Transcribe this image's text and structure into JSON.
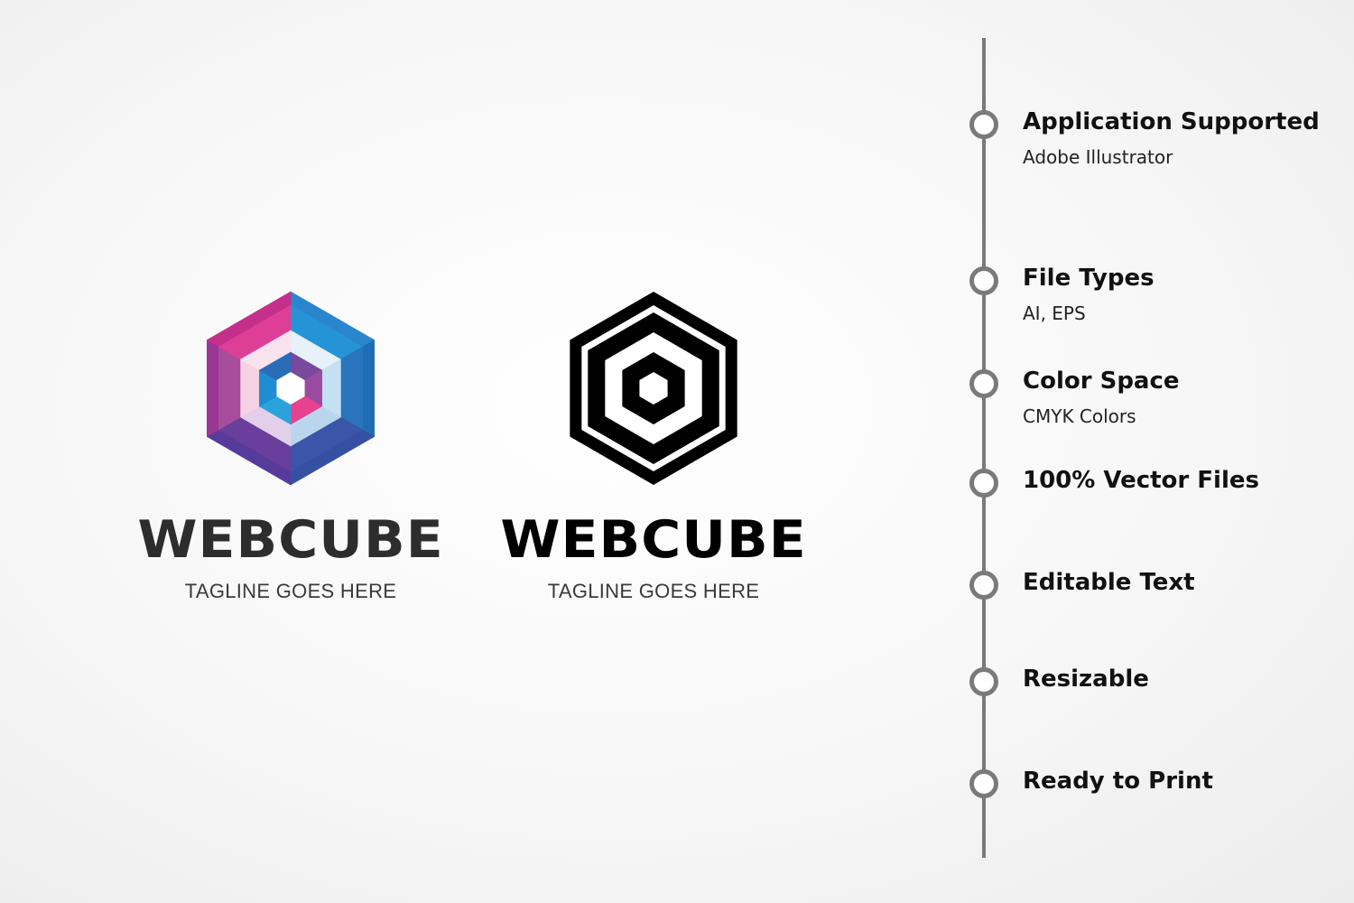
{
  "logos": [
    {
      "name": "WEBCUBE",
      "tagline": "TAGLINE GOES HERE",
      "style": "color"
    },
    {
      "name": "WEBCUBE",
      "tagline": "TAGLINE GOES HERE",
      "style": "black"
    }
  ],
  "colors": {
    "timeline": "#7a7a7a",
    "wordmark_color": "#2d2d2d",
    "wordmark_black": "#000000"
  },
  "features": [
    {
      "title": "Application Supported",
      "subtitle": "Adobe Illustrator"
    },
    {
      "title": "File Types",
      "subtitle": "AI, EPS"
    },
    {
      "title": "Color Space",
      "subtitle": "CMYK Colors"
    },
    {
      "title": "100% Vector Files"
    },
    {
      "title": "Editable Text"
    },
    {
      "title": "Resizable"
    },
    {
      "title": "Ready to Print"
    }
  ]
}
